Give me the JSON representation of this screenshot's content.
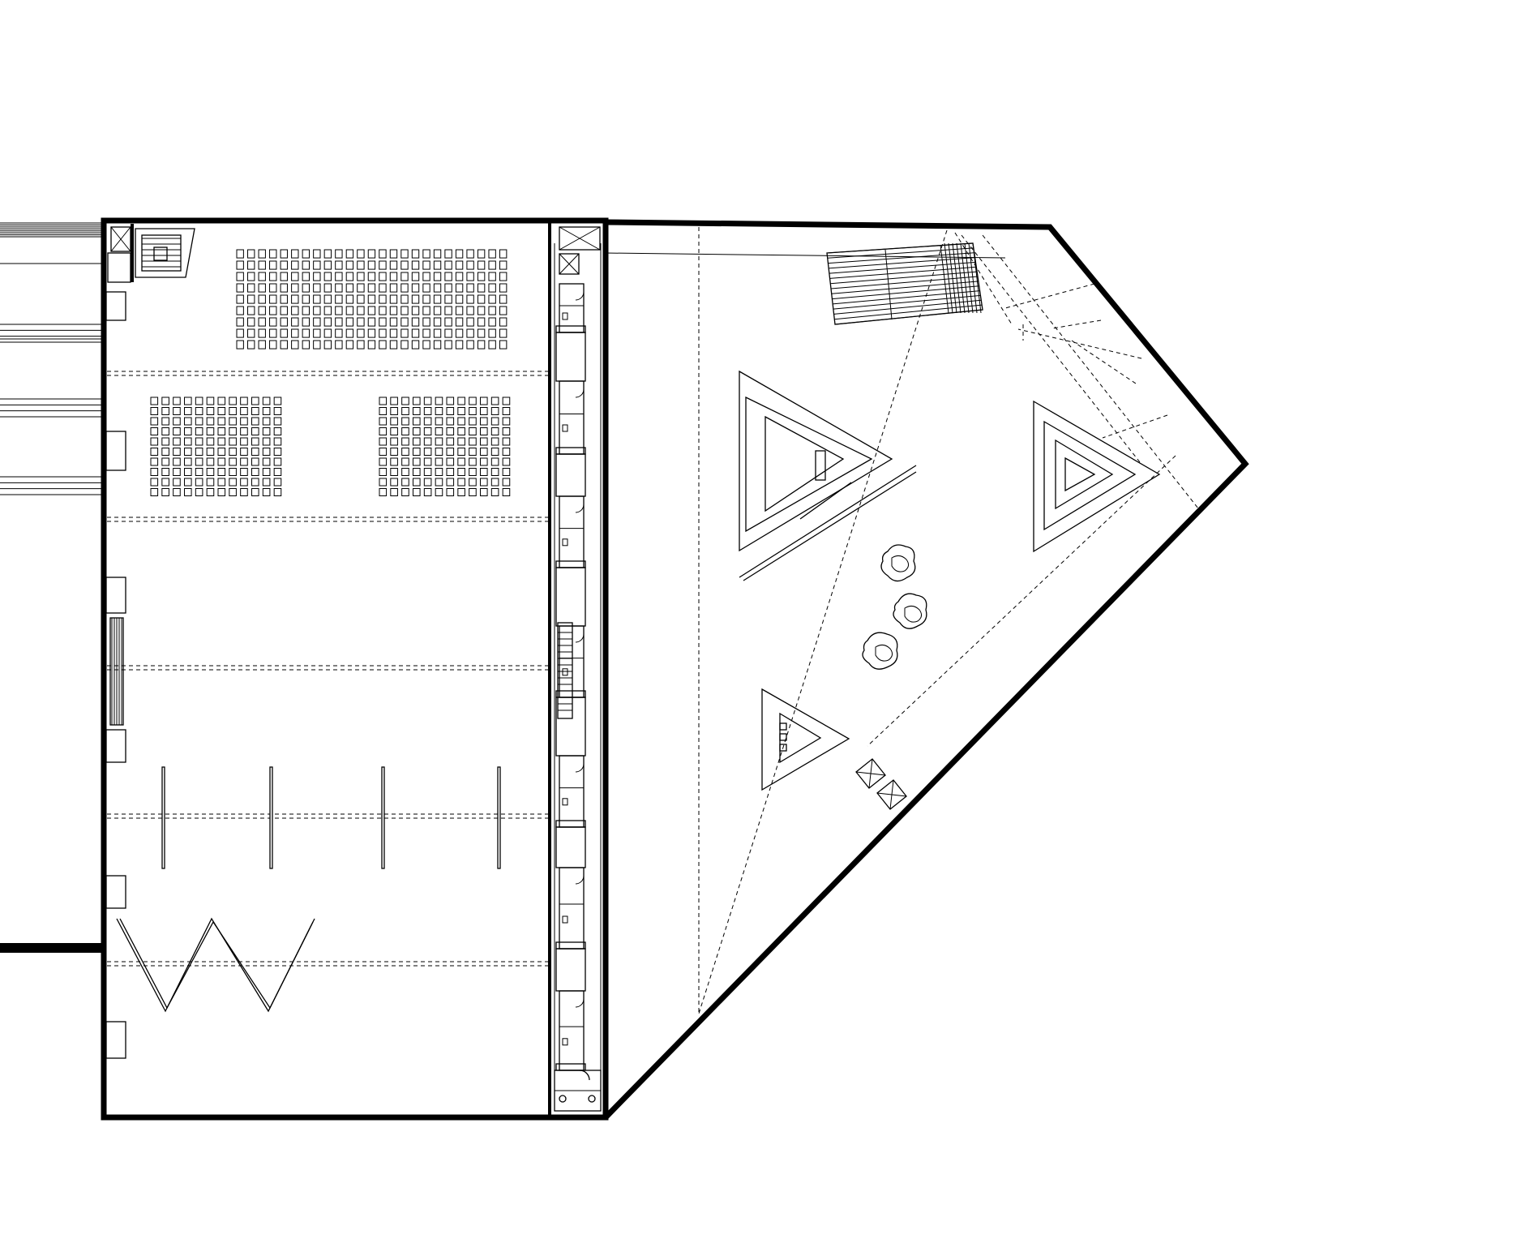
{
  "drawing": {
    "type": "architectural-floor-plan",
    "line_color": "#000000",
    "background_color": "#ffffff"
  },
  "hall": {
    "seating_blocks": [
      {
        "rows": 9,
        "cols": 25
      },
      {
        "rows": 10,
        "cols": 12
      },
      {
        "rows": 10,
        "cols": 12
      }
    ],
    "partition_panels": 4,
    "folding_panel_segments": 4
  },
  "service_strip": {
    "cabins": 7
  },
  "forecourt": {
    "triangle_structures": 3,
    "trees": 3,
    "shafts": 2,
    "stair_treads": 14
  }
}
